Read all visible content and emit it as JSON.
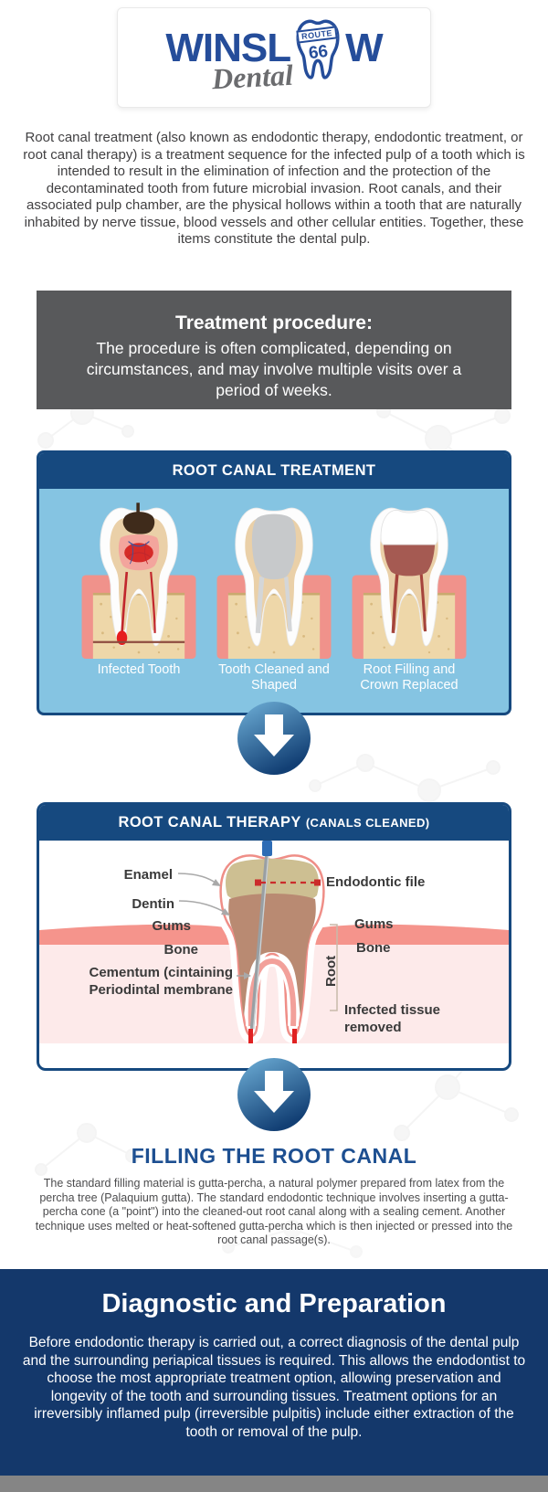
{
  "logo": {
    "name_left": "WINSL",
    "name_right": "W",
    "route": "ROUTE",
    "sixty_six": "66",
    "dental": "Dental"
  },
  "intro": "Root canal treatment (also known as endodontic therapy, endodontic treatment, or root canal therapy) is a treatment sequence for the infected pulp of a tooth which is intended to result in the elimination of infection and the protection of the decontaminated tooth from future microbial invasion. Root canals, and their associated pulp chamber, are the physical hollows within a tooth that are naturally inhabited by nerve tissue, blood vessels and other cellular entities. Together, these items constitute the dental pulp.",
  "procedure": {
    "title": "Treatment procedure:",
    "body": "The procedure is often complicated, depending on circumstances, and may involve multiple visits over a period of weeks."
  },
  "panel1": {
    "title": "ROOT CANAL TREATMENT",
    "stages": [
      {
        "label": "Infected Tooth"
      },
      {
        "label": "Tooth Cleaned and Shaped"
      },
      {
        "label": "Root Filling and Crown Replaced"
      }
    ]
  },
  "panel2": {
    "title_main": "ROOT CANAL THERAPY",
    "title_paren": "(CANALS CLEANED)",
    "labels": {
      "enamel": "Enamel",
      "dentin": "Dentin",
      "gums_left": "Gums",
      "bone_left": "Bone",
      "cementum": "Cementum (cintaining Periodintal membrane",
      "endodontic_file": "Endodontic file",
      "gums_right": "Gums",
      "bone_right": "Bone",
      "root": "Root",
      "infected_tissue": "Infected tissue removed"
    }
  },
  "filling": {
    "title": "FILLING THE ROOT CANAL",
    "body": "The standard filling material is gutta-percha, a natural polymer prepared from latex from the percha tree (Palaquium gutta). The standard endodontic technique involves inserting a gutta-percha cone (a \"point\") into the cleaned-out root canal along with a sealing cement. Another technique uses melted or heat-softened gutta-percha which is then injected or pressed into the root canal passage(s)."
  },
  "diagnostic": {
    "title": "Diagnostic and Preparation",
    "body": "Before endodontic therapy is carried out, a correct diagnosis of the dental pulp and the surrounding periapical tissues is required. This allows the endodontist to choose the most appropriate treatment option, allowing preservation and longevity of the tooth and surrounding tissues. Treatment options for an irreversibly inflamed pulp (irreversible pulpitis) include either extraction of the tooth or removal of the pulp."
  },
  "colors": {
    "brand_blue": "#16497f",
    "logo_blue": "#254d9a",
    "light_blue": "#85c4e2",
    "navy_panel": "#14386b",
    "gray_box": "#58595b",
    "accent_red": "#cc2a2a",
    "heading_blue": "#1d4f91"
  }
}
